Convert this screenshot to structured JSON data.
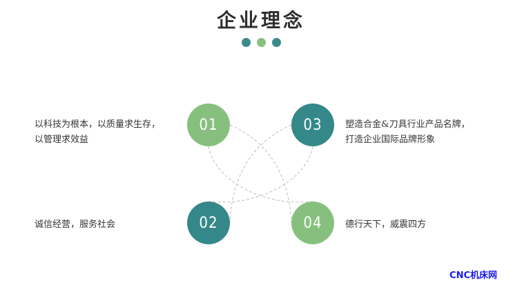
{
  "title": "企业理念",
  "items": [
    {
      "number": "01",
      "text_lines": [
        "以科技为根本，以质量求生存，",
        "以管理求效益"
      ],
      "color": "#87c07e"
    },
    {
      "number": "02",
      "text_lines": [
        "诚信经营，服务社会"
      ],
      "color": "#35888a"
    },
    {
      "number": "03",
      "text_lines": [
        "塑造合金&刀具行业产品名牌，",
        "打造企业国际品牌形象"
      ],
      "color": "#35888a"
    },
    {
      "number": "04",
      "text_lines": [
        "德行天下，威震四方"
      ],
      "color": "#87c07e"
    }
  ],
  "watermark": "CNC机床网",
  "colors": {
    "teal": "#3a8b8b",
    "green": "#88c07f"
  }
}
